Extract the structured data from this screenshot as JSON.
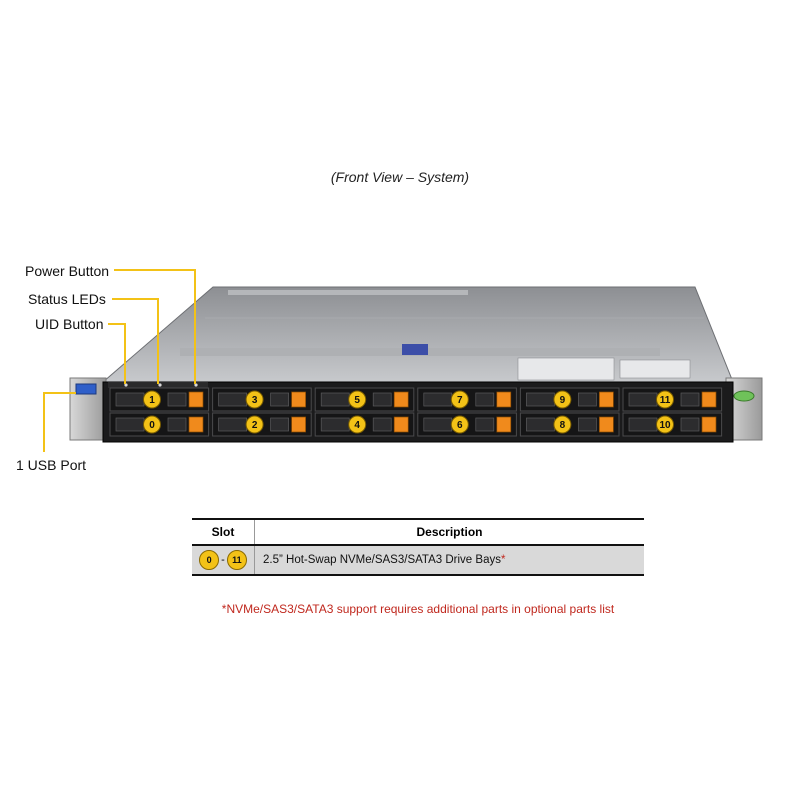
{
  "caption": "(Front View – System)",
  "callouts": {
    "power_button": "Power Button",
    "status_leds": "Status LEDs",
    "uid_button": "UID Button",
    "usb_port": "1 USB Port"
  },
  "drive_bays": {
    "top_row": [
      "1",
      "3",
      "5",
      "7",
      "9",
      "11"
    ],
    "bottom_row": [
      "0",
      "2",
      "4",
      "6",
      "8",
      "10"
    ]
  },
  "table": {
    "headers": {
      "slot": "Slot",
      "description": "Description"
    },
    "rows": [
      {
        "slot_from": "0",
        "slot_to": "11",
        "slot_separator": "-",
        "description": "2.5” Hot-Swap NVMe/SAS3/SATA3 Drive Bays",
        "description_mark": "*"
      }
    ]
  },
  "footnote": "*NVMe/SAS3/SATA3 support requires additional parts in optional parts list",
  "colors": {
    "callout_line": "#f3c217",
    "badge": "#f3c217",
    "drive_latch": "#f08a1c",
    "footnote": "#c0281e"
  }
}
